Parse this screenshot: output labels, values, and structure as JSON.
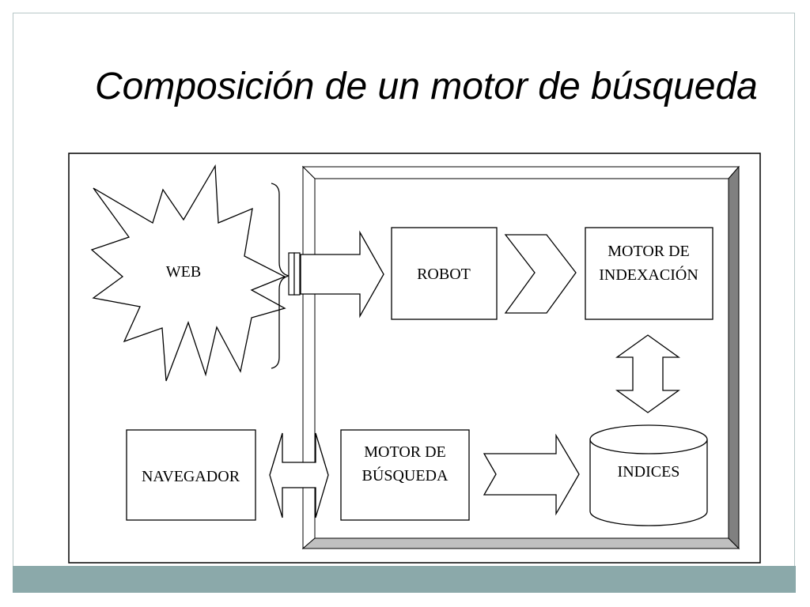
{
  "slide": {
    "title": "Composición de un motor de búsqueda"
  },
  "diagram": {
    "web": "WEB",
    "robot": "ROBOT",
    "indexer_line1": "MOTOR DE",
    "indexer_line2": "INDEXACIÓN",
    "browser": "NAVEGADOR",
    "search_line1": "MOTOR DE",
    "search_line2": "BÚSQUEDA",
    "indices": "INDICES"
  },
  "colors": {
    "footer": "#8ba9aa",
    "frame_border": "#b7c7c7",
    "bevel_dark": "#808080",
    "bevel_light": "#c0c0c0"
  }
}
